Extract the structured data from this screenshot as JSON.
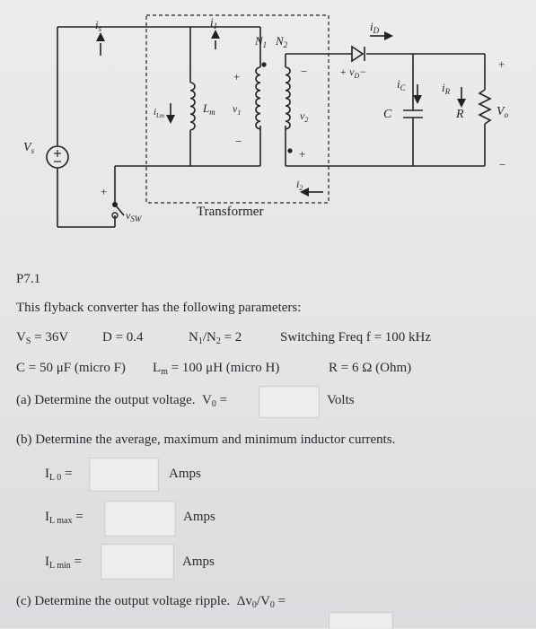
{
  "circuit": {
    "labels": {
      "is": "i",
      "is_sub": "s",
      "i1": "i",
      "i1_sub": "1",
      "n1": "N",
      "n1_sub": "1",
      "n2": "N",
      "n2_sub": "2",
      "iD": "i",
      "iD_sub": "D",
      "vD": "+ v",
      "vD_sub": "D",
      "vD_minus": "−",
      "iC": "i",
      "iC_sub": "C",
      "iR": "i",
      "iR_sub": "R",
      "plus_out": "+",
      "minus_out": "−",
      "iLm": "i",
      "iLm_sub": "Lm",
      "Lm": "L",
      "Lm_sub": "m",
      "v1": "v",
      "v1_sub": "1",
      "v1_plus": "+",
      "v1_minus": "−",
      "v2": "v",
      "v2_sub": "2",
      "v2_plus": "+",
      "v2_minus": "−",
      "C": "C",
      "R": "R",
      "Vo": "V",
      "Vo_sub": "o",
      "Vs": "V",
      "Vs_sub": "s",
      "i2": "i",
      "i2_sub": "2",
      "sw_plus": "+",
      "sw_minus": "−",
      "vsw": "v",
      "vsw_sub": "SW",
      "transformer": "Transformer"
    }
  },
  "problem": {
    "id": "P7.1",
    "intro": "This flyback converter has the following parameters:",
    "vs": "V",
    "vs_sub": "S",
    "vs_val": " = 36V",
    "d": "D = 0.4",
    "ratio_a": "N",
    "ratio_a_sub": "1",
    "ratio_b": "/N",
    "ratio_b_sub": "2",
    "ratio_val": " = 2",
    "freq": "Switching Freq f = 100 kHz",
    "c": "C = 50 μF (micro F)",
    "lm": "L",
    "lm_sub": "m",
    "lm_val": " = 100 μH (micro H)",
    "r": "R = 6 Ω (Ohm)",
    "qa": "(a) Determine the output voltage.",
    "qa_var": "V",
    "qa_var_sub": "0",
    "qa_eq": " =",
    "qa_unit": "Volts",
    "qb": "(b) Determine the average, maximum and minimum inductor currents.",
    "il0": "I",
    "il0_sub": "L 0",
    "il0_eq": " =",
    "il0_unit": "Amps",
    "ilmax": "I",
    "ilmax_sub": "L max",
    "ilmax_eq": " =",
    "ilmax_unit": "Amps",
    "ilmin": "I",
    "ilmin_sub": "L min",
    "ilmin_eq": " =",
    "ilmin_unit": "Amps",
    "qc": "(c) Determine the output voltage ripple.",
    "qc_var": "Δv",
    "qc_var_sub": "0",
    "qc_var2": "/V",
    "qc_var2_sub": "0",
    "qc_eq": " ="
  }
}
